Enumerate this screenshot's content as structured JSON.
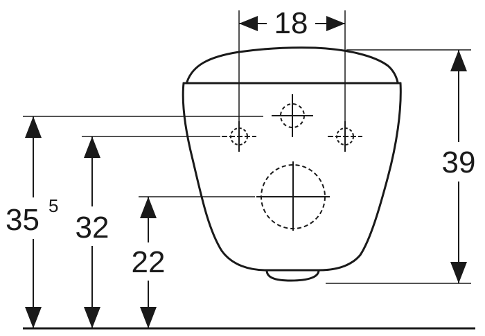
{
  "dimensions": {
    "width_label": "18",
    "height_total_label": "39",
    "height_a_label": "35",
    "height_a_superscript": "5",
    "height_b_label": "32",
    "height_c_label": "22"
  },
  "colors": {
    "line": "#1a1a1a",
    "background": "#ffffff"
  }
}
